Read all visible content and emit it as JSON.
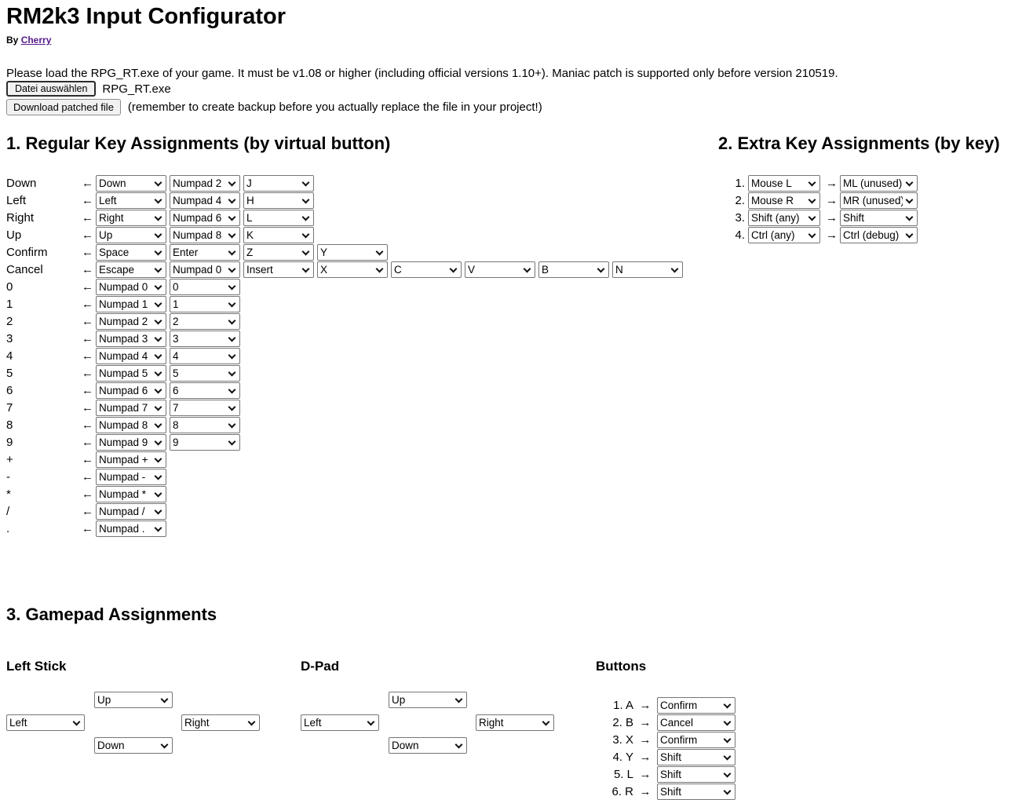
{
  "header": {
    "title": "RM2k3 Input Configurator",
    "byline_prefix": "By",
    "author": "Cherry"
  },
  "intro": {
    "instructions": "Please load the RPG_RT.exe of your game. It must be v1.08 or higher (including official versions 1.10+). Maniac patch is supported only before version 210519.",
    "file_button_label": "Datei auswählen",
    "file_name": "RPG_RT.exe",
    "download_button_label": "Download patched file",
    "download_note": "(remember to create backup before you actually replace the file in your project!)"
  },
  "ui": {
    "arrow_left": "←",
    "arrow_right": "→"
  },
  "regular": {
    "heading": "1. Regular Key Assignments (by virtual button)",
    "rows": [
      {
        "label": "Down",
        "keys": [
          "Down",
          "Numpad 2",
          "J"
        ]
      },
      {
        "label": "Left",
        "keys": [
          "Left",
          "Numpad 4",
          "H"
        ]
      },
      {
        "label": "Right",
        "keys": [
          "Right",
          "Numpad 6",
          "L"
        ]
      },
      {
        "label": "Up",
        "keys": [
          "Up",
          "Numpad 8",
          "K"
        ]
      },
      {
        "label": "Confirm",
        "keys": [
          "Space",
          "Enter",
          "Z",
          "Y"
        ]
      },
      {
        "label": "Cancel",
        "keys": [
          "Escape",
          "Numpad 0",
          "Insert",
          "X",
          "C",
          "V",
          "B",
          "N"
        ]
      },
      {
        "label": "0",
        "keys": [
          "Numpad 0",
          "0"
        ]
      },
      {
        "label": "1",
        "keys": [
          "Numpad 1",
          "1"
        ]
      },
      {
        "label": "2",
        "keys": [
          "Numpad 2",
          "2"
        ]
      },
      {
        "label": "3",
        "keys": [
          "Numpad 3",
          "3"
        ]
      },
      {
        "label": "4",
        "keys": [
          "Numpad 4",
          "4"
        ]
      },
      {
        "label": "5",
        "keys": [
          "Numpad 5",
          "5"
        ]
      },
      {
        "label": "6",
        "keys": [
          "Numpad 6",
          "6"
        ]
      },
      {
        "label": "7",
        "keys": [
          "Numpad 7",
          "7"
        ]
      },
      {
        "label": "8",
        "keys": [
          "Numpad 8",
          "8"
        ]
      },
      {
        "label": "9",
        "keys": [
          "Numpad 9",
          "9"
        ]
      },
      {
        "label": "+",
        "keys": [
          "Numpad +"
        ]
      },
      {
        "label": "-",
        "keys": [
          "Numpad -"
        ]
      },
      {
        "label": "*",
        "keys": [
          "Numpad *"
        ]
      },
      {
        "label": "/",
        "keys": [
          "Numpad /"
        ]
      },
      {
        "label": ".",
        "keys": [
          "Numpad ."
        ]
      }
    ]
  },
  "extra": {
    "heading": "2. Extra Key Assignments (by key)",
    "rows": [
      {
        "num": "1.",
        "key": "Mouse L",
        "action": "ML (unused)"
      },
      {
        "num": "2.",
        "key": "Mouse R",
        "action": "MR (unused)"
      },
      {
        "num": "3.",
        "key": "Shift (any)",
        "action": "Shift"
      },
      {
        "num": "4.",
        "key": "Ctrl (any)",
        "action": "Ctrl (debug)"
      }
    ]
  },
  "gamepad": {
    "heading": "3. Gamepad Assignments",
    "left_stick": {
      "heading": "Left Stick",
      "up": "Up",
      "left": "Left",
      "right": "Right",
      "down": "Down"
    },
    "dpad": {
      "heading": "D-Pad",
      "up": "Up",
      "left": "Left",
      "right": "Right",
      "down": "Down"
    },
    "buttons": {
      "heading": "Buttons",
      "rows": [
        {
          "num": "1. A",
          "action": "Confirm"
        },
        {
          "num": "2. B",
          "action": "Cancel"
        },
        {
          "num": "3. X",
          "action": "Confirm"
        },
        {
          "num": "4. Y",
          "action": "Shift"
        },
        {
          "num": "5. L",
          "action": "Shift"
        },
        {
          "num": "6. R",
          "action": "Shift"
        }
      ]
    }
  }
}
